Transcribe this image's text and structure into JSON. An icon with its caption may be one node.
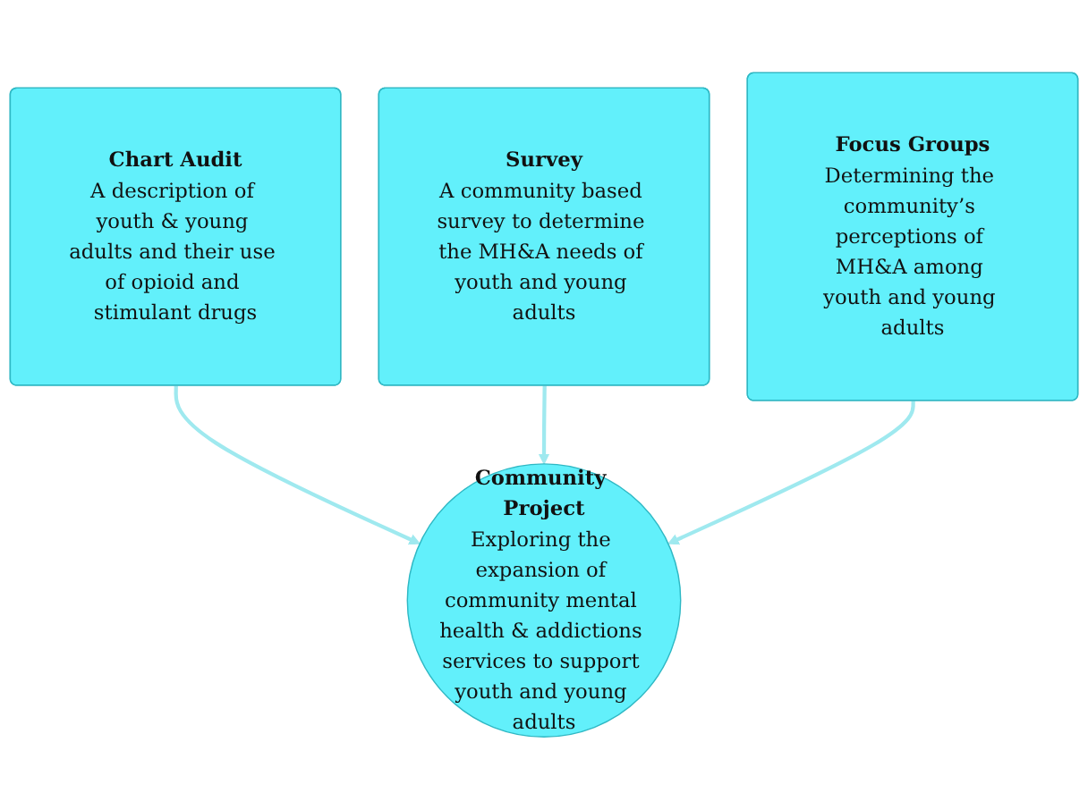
{
  "diagram": {
    "nodes": [
      {
        "text": [
          "Chart Audit",
          "A description of youth & young adults and their use of opioid and stimulant drugs"
        ]
      },
      {
        "text": [
          "Survey",
          "A community based survey to determine the MH&A needs of youth and young adults"
        ]
      },
      {
        "text": [
          "Focus Groups",
          "Determining the community’s perceptions of MH&A among youth and young adults"
        ]
      },
      {
        "text": [
          "Community Project",
          "Exploring the expansion of community mental health & addictions services to support youth and young adults"
        ]
      }
    ],
    "edges": [
      {
        "from": 0,
        "to": 3,
        "arrow": "to"
      },
      {
        "from": 1,
        "to": 3,
        "arrow": "to"
      },
      {
        "from": 2,
        "to": 3,
        "arrow": "to"
      }
    ]
  }
}
